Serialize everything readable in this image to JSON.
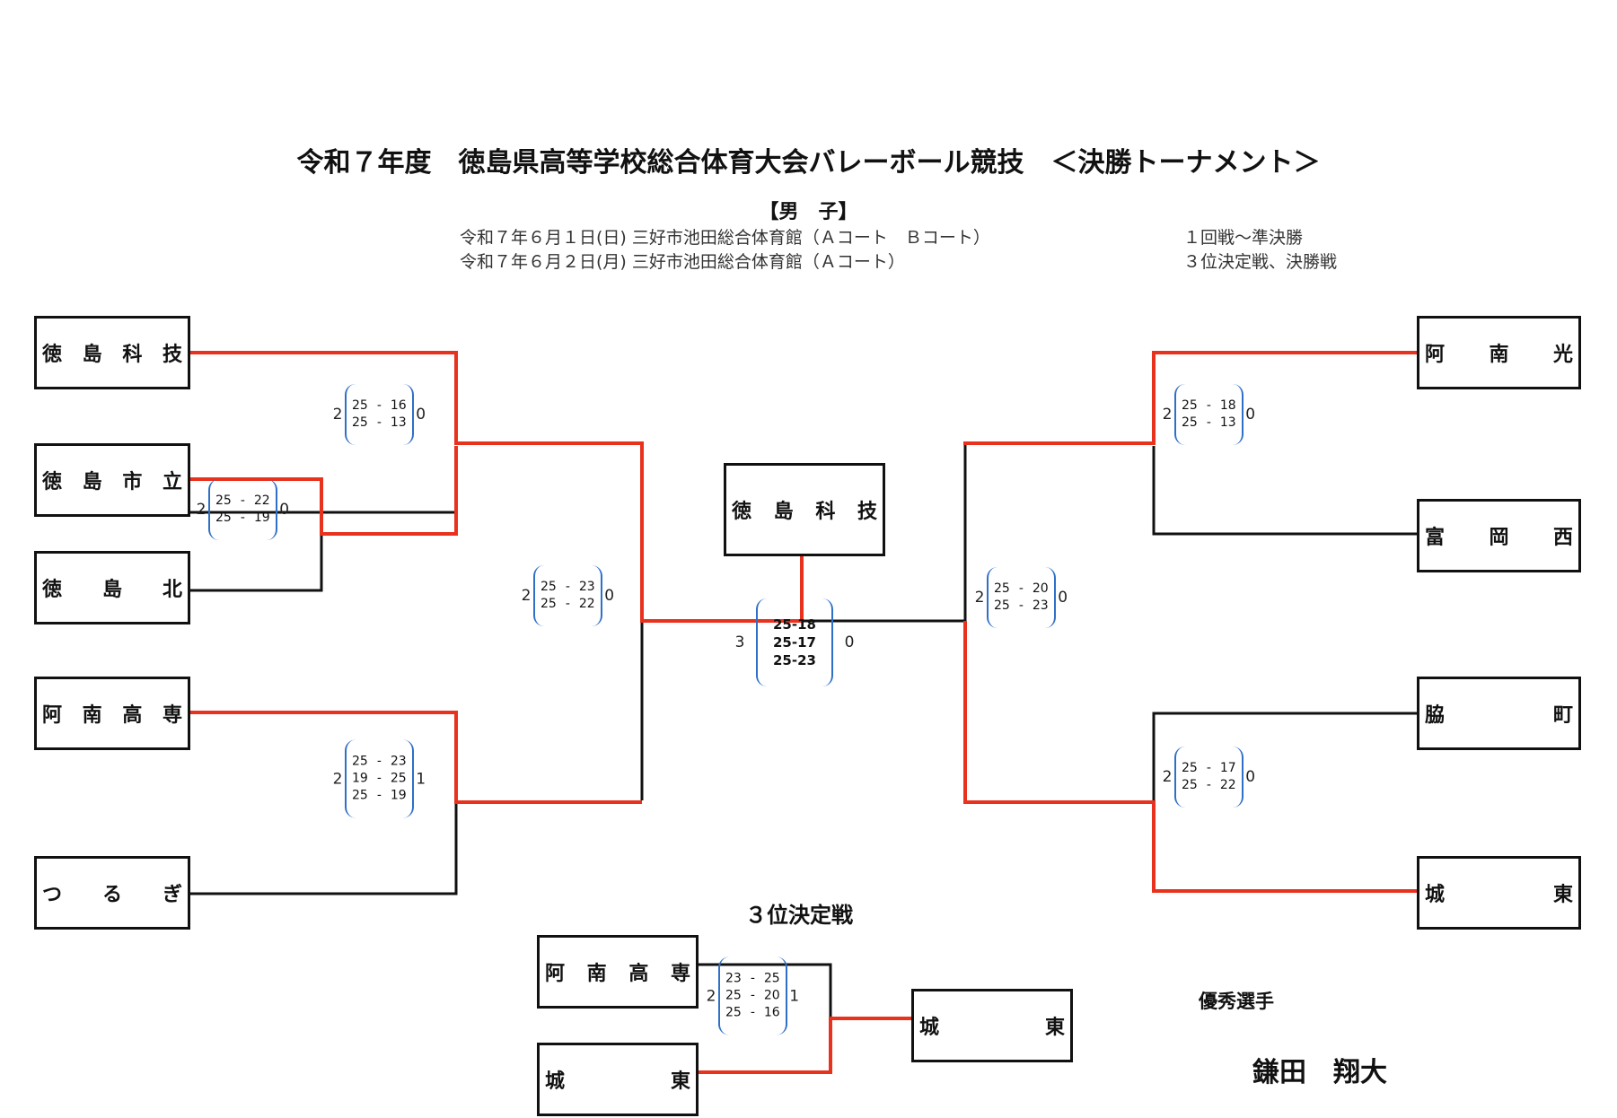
{
  "title": "令和７年度　徳島県高等学校総合体育大会バレーボール競技　＜決勝トーナメント＞",
  "division": "【男　子】",
  "schedule": [
    {
      "date": "令和７年６月１日(日) 三好市池田総合体育館（Ａコート　Ｂコート）",
      "rounds": "１回戦～準決勝"
    },
    {
      "date": "令和７年６月２日(月) 三好市池田総合体育館（Ａコート）",
      "rounds": "３位決定戦、決勝戦"
    }
  ],
  "teams": {
    "left": [
      [
        "徳",
        "島",
        "科",
        "技"
      ],
      [
        "徳",
        "島",
        "市",
        "立"
      ],
      [
        "徳",
        "島",
        "北"
      ],
      [
        "阿",
        "南",
        "高",
        "専"
      ],
      [
        "つ",
        "る",
        "ぎ"
      ]
    ],
    "right": [
      [
        "阿",
        "南",
        "光"
      ],
      [
        "富",
        "岡",
        "西"
      ],
      [
        "脇",
        "町"
      ],
      [
        "城",
        "東"
      ]
    ],
    "champion": [
      "徳",
      "島",
      "科",
      "技"
    ],
    "third_a": [
      "阿",
      "南",
      "高",
      "専"
    ],
    "third_b": [
      "城",
      "東"
    ],
    "third_winner": [
      "城",
      "東"
    ]
  },
  "matches": {
    "l_r1": {
      "w": "2",
      "l": "0",
      "sets": [
        [
          "25",
          "22"
        ],
        [
          "25",
          "19"
        ]
      ]
    },
    "l_r2a": {
      "w": "2",
      "l": "0",
      "sets": [
        [
          "25",
          "16"
        ],
        [
          "25",
          "13"
        ]
      ]
    },
    "l_r2b": {
      "w": "2",
      "l": "1",
      "sets": [
        [
          "25",
          "23"
        ],
        [
          "19",
          "25"
        ],
        [
          "25",
          "19"
        ]
      ]
    },
    "l_sf": {
      "w": "2",
      "l": "0",
      "sets": [
        [
          "25",
          "23"
        ],
        [
          "25",
          "22"
        ]
      ]
    },
    "r_r2a": {
      "w": "2",
      "l": "0",
      "sets": [
        [
          "25",
          "18"
        ],
        [
          "25",
          "13"
        ]
      ]
    },
    "r_r2b": {
      "w": "2",
      "l": "0",
      "sets": [
        [
          "25",
          "17"
        ],
        [
          "25",
          "22"
        ]
      ]
    },
    "r_sf": {
      "w": "2",
      "l": "0",
      "sets": [
        [
          "25",
          "20"
        ],
        [
          "25",
          "23"
        ]
      ]
    },
    "final": {
      "w": "3",
      "l": "0",
      "sets": [
        "25-18",
        "25-17",
        "25-23"
      ]
    },
    "third": {
      "w": "2",
      "l": "1",
      "sets": [
        [
          "23",
          "25"
        ],
        [
          "25",
          "20"
        ],
        [
          "25",
          "16"
        ]
      ]
    }
  },
  "third_place_label": "３位決定戦",
  "mvp_label": "優秀選手",
  "mvp_name": "鎌田　翔大",
  "colors": {
    "win_line": "#e8321e",
    "line": "#111111",
    "score_bracket": "#2f6fc7"
  }
}
